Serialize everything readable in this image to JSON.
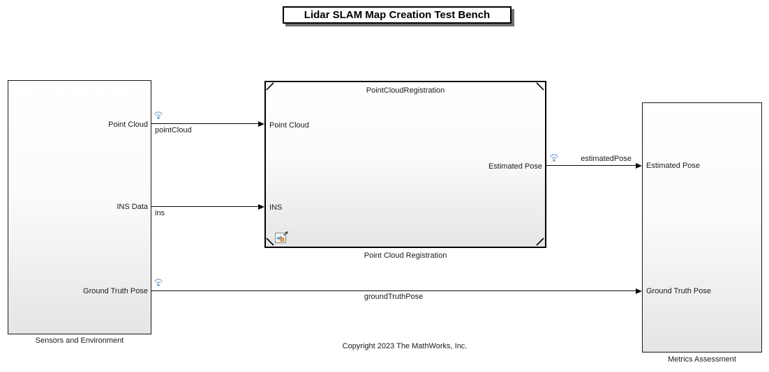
{
  "title_bar": {
    "text": "Lidar SLAM Map Creation Test Bench"
  },
  "footer": {
    "copyright": "Copyright 2023 The MathWorks, Inc."
  },
  "blocks": {
    "sensors_and_environment": {
      "label": "Sensors and Environment",
      "output_ports": [
        "Point Cloud",
        "INS Data",
        "Ground Truth Pose"
      ]
    },
    "point_cloud_registration": {
      "header": "PointCloudRegistration",
      "label": "Point Cloud Registration",
      "input_ports": [
        "Point Cloud",
        "INS"
      ],
      "output_ports": [
        "Estimated Pose"
      ]
    },
    "metrics_assessment": {
      "label": "Metrics Assessment",
      "input_ports": [
        "Estimated Pose",
        "Ground Truth Pose"
      ]
    }
  },
  "signals": {
    "point_cloud": "pointCloud",
    "ins": "ins",
    "estimated_pose": "estimatedPose",
    "ground_truth_pose": "groundTruthPose"
  },
  "icons": {
    "logging_badge": "signal-logging-badge",
    "model_reference_badge": "model-reference-badge"
  },
  "colors": {
    "badge_blue": "#8fb6d9",
    "badge_dot_blue": "#6fa3cf",
    "block_border": "#000000",
    "block_fill_top": "#ffffff",
    "block_fill_bottom": "#e5e5e5",
    "background": "#ffffff"
  }
}
